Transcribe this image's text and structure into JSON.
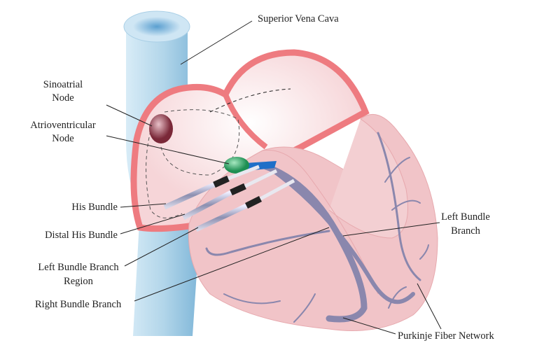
{
  "labels": {
    "superior_vena_cava": "Superior Vena Cava",
    "sinoatrial_1": "Sinoatrial",
    "sinoatrial_2": "Node",
    "av_1": "Atrioventricular",
    "av_2": "Node",
    "his_bundle": "His Bundle",
    "distal_his_bundle": "Distal His Bundle",
    "lbb_region_1": "Left Bundle Branch",
    "lbb_region_2": "Region",
    "right_bundle_branch": "Right Bundle Branch",
    "left_bundle_1": "Left Bundle",
    "left_bundle_2": "Branch",
    "purkinje": "Purkinje Fiber Network"
  },
  "colors": {
    "vena_cava": "#a9cfe6",
    "atrium_wall": "#ee7b80",
    "ventricle": "#f1c4c8",
    "conduction": "#8a87ad",
    "av_node": "#2ea866",
    "sa_node": "#8a3a48",
    "his_blue": "#1f6fc8"
  }
}
